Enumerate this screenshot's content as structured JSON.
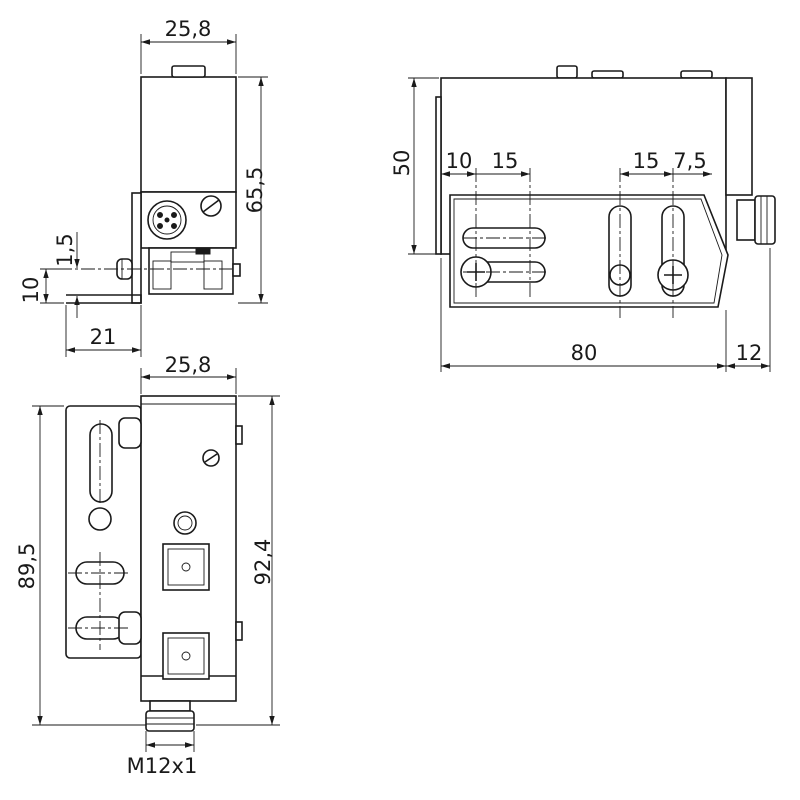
{
  "dimensions": {
    "top_width": "25,8",
    "height_total": "65,5",
    "offset_small": "1,5",
    "bracket_height": "10",
    "bracket_depth": "21",
    "side_height": "50",
    "slot_a": "10",
    "slot_b": "15",
    "slot_c": "15",
    "slot_d": "7,5",
    "length": "80",
    "connector_len": "12",
    "bottom_width": "25,8",
    "bracket_length": "89,5",
    "body_length": "92,4",
    "thread": "M12x1"
  },
  "colors": {
    "line": "#1a1a1a",
    "background": "#ffffff"
  }
}
